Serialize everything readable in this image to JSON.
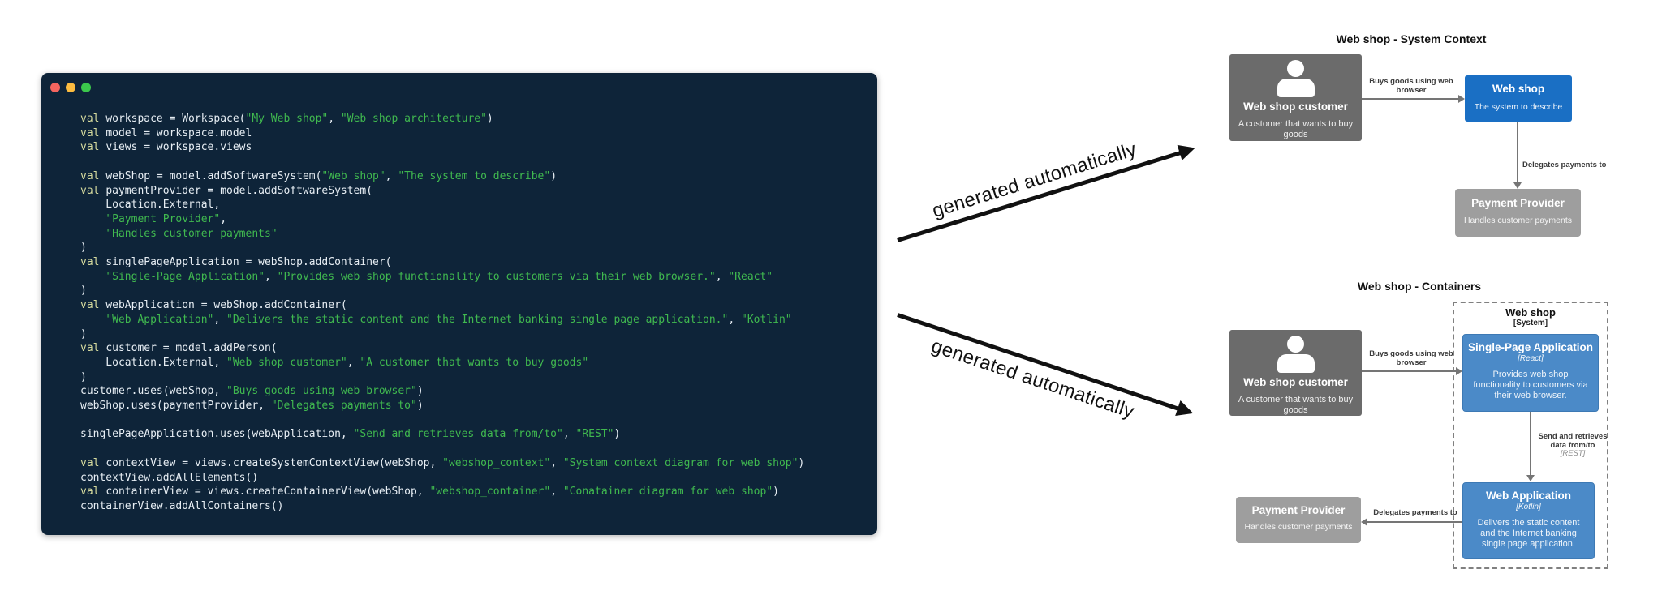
{
  "editor": {
    "code_lines": [
      [
        [
          "k",
          "val "
        ],
        [
          "d",
          "workspace = Workspace("
        ],
        [
          "s",
          "\"My Web shop\""
        ],
        [
          "d",
          ", "
        ],
        [
          "s",
          "\"Web shop architecture\""
        ],
        [
          "d",
          ")"
        ]
      ],
      [
        [
          "k",
          "val "
        ],
        [
          "d",
          "model = workspace.model"
        ]
      ],
      [
        [
          "k",
          "val "
        ],
        [
          "d",
          "views = workspace.views"
        ]
      ],
      [],
      [
        [
          "k",
          "val "
        ],
        [
          "d",
          "webShop = model.addSoftwareSystem("
        ],
        [
          "s",
          "\"Web shop\""
        ],
        [
          "d",
          ", "
        ],
        [
          "s",
          "\"The system to describe\""
        ],
        [
          "d",
          ")"
        ]
      ],
      [
        [
          "k",
          "val "
        ],
        [
          "d",
          "paymentProvider = model.addSoftwareSystem("
        ]
      ],
      [
        [
          "d",
          "    Location.External,"
        ]
      ],
      [
        [
          "d",
          "    "
        ],
        [
          "s",
          "\"Payment Provider\""
        ],
        [
          "d",
          ","
        ]
      ],
      [
        [
          "d",
          "    "
        ],
        [
          "s",
          "\"Handles customer payments\""
        ]
      ],
      [
        [
          "d",
          ")"
        ]
      ],
      [
        [
          "k",
          "val "
        ],
        [
          "d",
          "singlePageApplication = webShop.addContainer("
        ]
      ],
      [
        [
          "d",
          "    "
        ],
        [
          "s",
          "\"Single-Page Application\""
        ],
        [
          "d",
          ", "
        ],
        [
          "s",
          "\"Provides web shop functionality to customers via their web browser.\""
        ],
        [
          "d",
          ", "
        ],
        [
          "s",
          "\"React\""
        ]
      ],
      [
        [
          "d",
          ")"
        ]
      ],
      [
        [
          "k",
          "val "
        ],
        [
          "d",
          "webApplication = webShop.addContainer("
        ]
      ],
      [
        [
          "d",
          "    "
        ],
        [
          "s",
          "\"Web Application\""
        ],
        [
          "d",
          ", "
        ],
        [
          "s",
          "\"Delivers the static content and the Internet banking single page application.\""
        ],
        [
          "d",
          ", "
        ],
        [
          "s",
          "\"Kotlin\""
        ]
      ],
      [
        [
          "d",
          ")"
        ]
      ],
      [
        [
          "k",
          "val "
        ],
        [
          "d",
          "customer = model.addPerson("
        ]
      ],
      [
        [
          "d",
          "    Location.External, "
        ],
        [
          "s",
          "\"Web shop customer\""
        ],
        [
          "d",
          ", "
        ],
        [
          "s",
          "\"A customer that wants to buy goods\""
        ]
      ],
      [
        [
          "d",
          ")"
        ]
      ],
      [
        [
          "d",
          "customer.uses(webShop, "
        ],
        [
          "s",
          "\"Buys goods using web browser\""
        ],
        [
          "d",
          ")"
        ]
      ],
      [
        [
          "d",
          "webShop.uses(paymentProvider, "
        ],
        [
          "s",
          "\"Delegates payments to\""
        ],
        [
          "d",
          ")"
        ]
      ],
      [],
      [
        [
          "d",
          "singlePageApplication.uses(webApplication, "
        ],
        [
          "s",
          "\"Send and retrieves data from/to\""
        ],
        [
          "d",
          ", "
        ],
        [
          "s",
          "\"REST\""
        ],
        [
          "d",
          ")"
        ]
      ],
      [],
      [
        [
          "k",
          "val "
        ],
        [
          "d",
          "contextView = views.createSystemContextView(webShop, "
        ],
        [
          "s",
          "\"webshop_context\""
        ],
        [
          "d",
          ", "
        ],
        [
          "s",
          "\"System context diagram for web shop\""
        ],
        [
          "d",
          ")"
        ]
      ],
      [
        [
          "d",
          "contextView.addAllElements()"
        ]
      ],
      [
        [
          "k",
          "val "
        ],
        [
          "d",
          "containerView = views.createContainerView(webShop, "
        ],
        [
          "s",
          "\"webshop_container\""
        ],
        [
          "d",
          ", "
        ],
        [
          "s",
          "\"Conatainer diagram for web shop\""
        ],
        [
          "d",
          ")"
        ]
      ],
      [
        [
          "d",
          "containerView.addAllContainers()"
        ]
      ]
    ]
  },
  "annotations": {
    "generated_label_top": "generated automatically",
    "generated_label_bottom": "generated automatically"
  },
  "context_diagram": {
    "title": "Web shop - System Context",
    "customer": {
      "name": "Web shop customer",
      "description": "A customer that wants to buy goods"
    },
    "web_shop": {
      "name": "Web shop",
      "description": "The system to describe"
    },
    "payment_provider": {
      "name": "Payment Provider",
      "description": "Handles customer payments"
    },
    "relationships": {
      "buys": "Buys goods using web browser",
      "delegates": "Delegates payments to"
    }
  },
  "container_diagram": {
    "title": "Web shop - Containers",
    "boundary": {
      "name": "Web shop",
      "meta": "[System]"
    },
    "customer": {
      "name": "Web shop customer",
      "description": "A customer that wants to buy goods"
    },
    "spa": {
      "name": "Single-Page Application",
      "meta": "[React]",
      "description": "Provides web shop functionality to customers via their web browser."
    },
    "web_app": {
      "name": "Web Application",
      "meta": "[Kotlin]",
      "description": "Delivers the static content and the Internet banking single page application."
    },
    "payment_provider": {
      "name": "Payment Provider",
      "description": "Handles customer payments"
    },
    "relationships": {
      "buys": "Buys goods using web browser",
      "delegates": "Delegates payments to",
      "api": "Send and retrieves data from/to",
      "api_meta": "[REST]"
    }
  },
  "colors": {
    "editor_background": "#0e2439",
    "keyword": "#d6db9e",
    "code_text": "#e7eef4",
    "string": "#40b94f",
    "person_box": "#6b6b6b",
    "external_system_box": "#9e9e9e",
    "system_box": "#1a6fc4",
    "container_box": "#4b8ac8",
    "relationship_line": "#757575"
  }
}
